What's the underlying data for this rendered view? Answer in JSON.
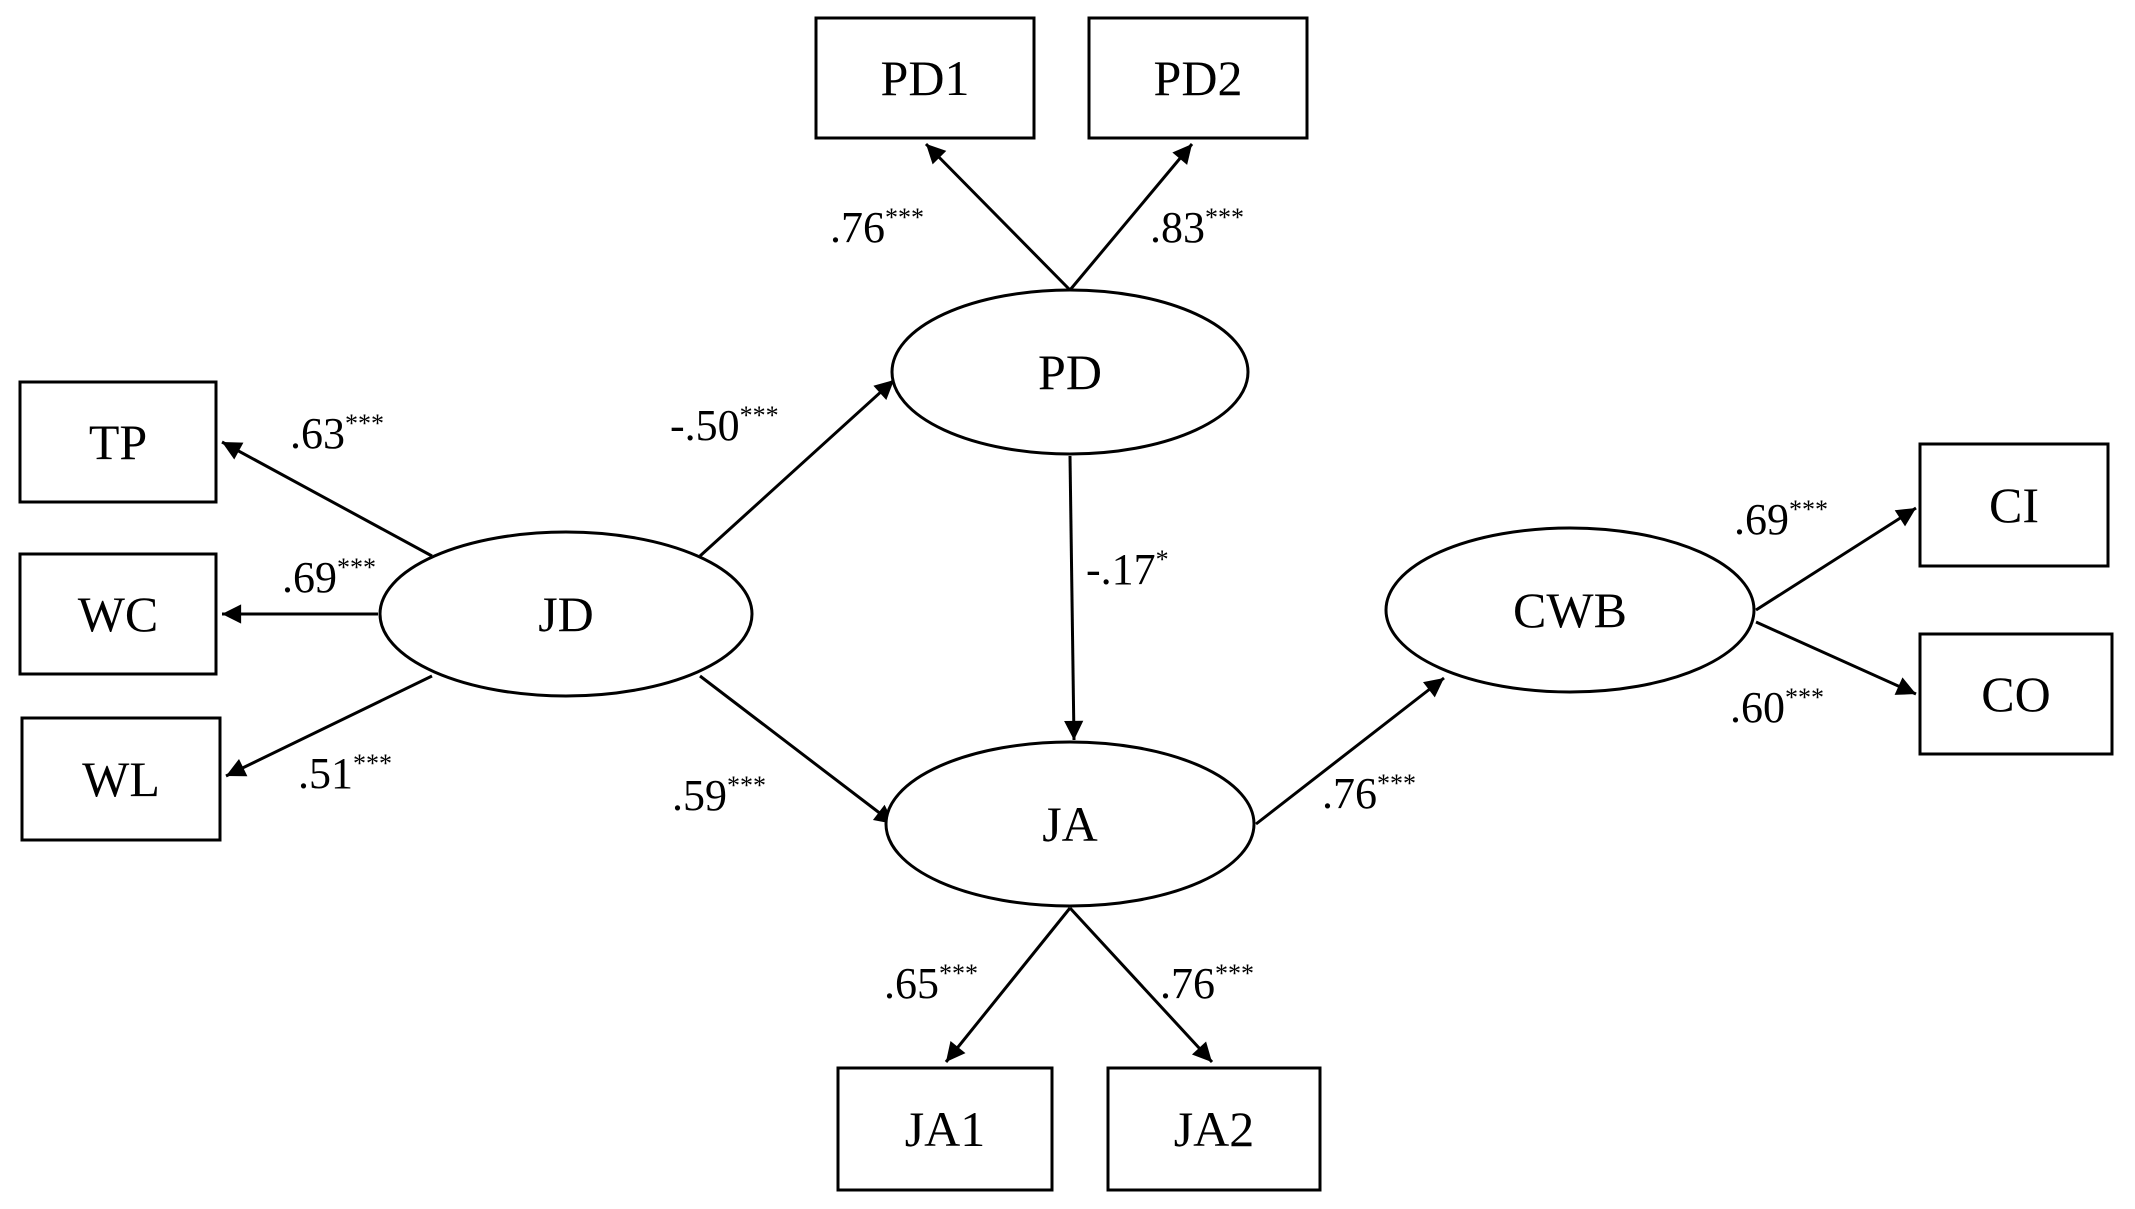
{
  "colors": {
    "line": "#000000",
    "fill": "#ffffff",
    "text": "#000000"
  },
  "nodes": [
    {
      "id": "PD1",
      "label": "PD1",
      "kind": "observed"
    },
    {
      "id": "PD2",
      "label": "PD2",
      "kind": "observed"
    },
    {
      "id": "PD",
      "label": "PD",
      "kind": "latent"
    },
    {
      "id": "TP",
      "label": "TP",
      "kind": "observed"
    },
    {
      "id": "WC",
      "label": "WC",
      "kind": "observed"
    },
    {
      "id": "WL",
      "label": "WL",
      "kind": "observed"
    },
    {
      "id": "JD",
      "label": "JD",
      "kind": "latent"
    },
    {
      "id": "JA",
      "label": "JA",
      "kind": "latent"
    },
    {
      "id": "CWB",
      "label": "CWB",
      "kind": "latent"
    },
    {
      "id": "CI",
      "label": "CI",
      "kind": "observed"
    },
    {
      "id": "CO",
      "label": "CO",
      "kind": "observed"
    },
    {
      "id": "JA1",
      "label": "JA1",
      "kind": "observed"
    },
    {
      "id": "JA2",
      "label": "JA2",
      "kind": "observed"
    }
  ],
  "paths": [
    {
      "id": "PD-PD1",
      "from": "PD",
      "to": "PD1",
      "coefficient": ".76",
      "significance": "***"
    },
    {
      "id": "PD-PD2",
      "from": "PD",
      "to": "PD2",
      "coefficient": ".83",
      "significance": "***"
    },
    {
      "id": "JD-TP",
      "from": "JD",
      "to": "TP",
      "coefficient": ".63",
      "significance": "***"
    },
    {
      "id": "JD-WC",
      "from": "JD",
      "to": "WC",
      "coefficient": ".69",
      "significance": "***"
    },
    {
      "id": "JD-WL",
      "from": "JD",
      "to": "WL",
      "coefficient": ".51",
      "significance": "***"
    },
    {
      "id": "JD-PD",
      "from": "JD",
      "to": "PD",
      "coefficient": "-.50",
      "significance": "***"
    },
    {
      "id": "JD-JA",
      "from": "JD",
      "to": "JA",
      "coefficient": ".59",
      "significance": "***"
    },
    {
      "id": "PD-JA",
      "from": "PD",
      "to": "JA",
      "coefficient": "-.17",
      "significance": "*"
    },
    {
      "id": "JA-CWB",
      "from": "JA",
      "to": "CWB",
      "coefficient": ".76",
      "significance": "***"
    },
    {
      "id": "CWB-CI",
      "from": "CWB",
      "to": "CI",
      "coefficient": ".69",
      "significance": "***"
    },
    {
      "id": "CWB-CO",
      "from": "CWB",
      "to": "CO",
      "coefficient": ".60",
      "significance": "***"
    },
    {
      "id": "JA-JA1",
      "from": "JA",
      "to": "JA1",
      "coefficient": ".65",
      "significance": "***"
    },
    {
      "id": "JA-JA2",
      "from": "JA",
      "to": "JA2",
      "coefficient": ".76",
      "significance": "***"
    }
  ]
}
